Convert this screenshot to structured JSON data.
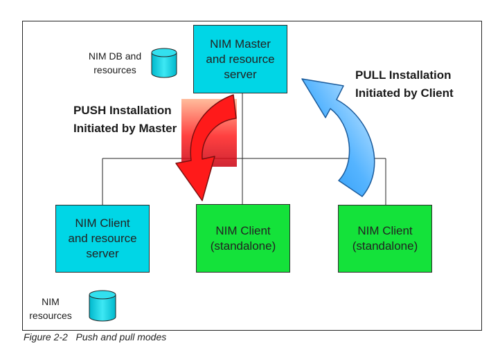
{
  "master": {
    "line1": "NIM Master",
    "line2": "and resource",
    "line3": "server"
  },
  "master_db": {
    "line1": "NIM DB and",
    "line2": "resources",
    "icon": "database-icon"
  },
  "push": {
    "line1": "PUSH Installation",
    "line2": "Initiated by Master"
  },
  "pull": {
    "line1": "PULL Installation",
    "line2": "Initiated by Client"
  },
  "client_resource": {
    "line1": "NIM Client",
    "line2": "and resource",
    "line3": "server"
  },
  "client_standalone_1": {
    "line1": "NIM Client",
    "line2": "(standalone)"
  },
  "client_standalone_2": {
    "line1": "NIM Client",
    "line2": "(standalone)"
  },
  "client_db": {
    "line1": "NIM",
    "line2": "resources",
    "icon": "database-icon"
  },
  "caption": {
    "label": "Figure 2-2",
    "text": "Push and pull modes"
  },
  "colors": {
    "cyan_box": "#00d6e6",
    "green_box": "#14e23a",
    "push_arrow": "#ff1a1a",
    "pull_arrow": "#3aa6f2"
  }
}
